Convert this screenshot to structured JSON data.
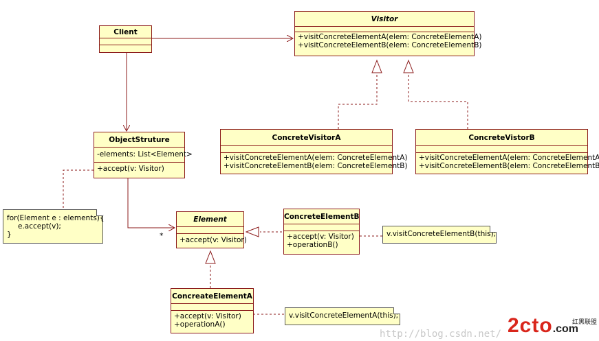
{
  "classes": {
    "client": {
      "name": "Client",
      "attributes": [],
      "operations": []
    },
    "visitor": {
      "name": "Visitor",
      "operations": [
        "+visitConcreteElementA(elem: ConcreteElementA)",
        "+visitConcreteElementB(elem: ConcreteElementB)"
      ]
    },
    "concrete_visitor_a": {
      "name": "ConcreteVisitorA",
      "operations": [
        "+visitConcreteElementA(elem: ConcreteElementA)",
        "+visitConcreteElementB(elem: ConcreteElementB)"
      ]
    },
    "concrete_visitor_b": {
      "name": "ConcreteVistorB",
      "operations": [
        "+visitConcreteElementA(elem: ConcreteElementA)",
        "+visitConcreteElementB(elem: ConcreteElementB)"
      ]
    },
    "object_structure": {
      "name": "ObjectStruture",
      "attributes": [
        "-elements: List<Element>"
      ],
      "operations": [
        "+accept(v: Visitor)"
      ]
    },
    "element": {
      "name": "Element",
      "operations": [
        "+accept(v: Visitor)"
      ]
    },
    "concrete_element_b": {
      "name": "ConcreteElementB",
      "operations": [
        "+accept(v: Visitor)",
        "+operationB()"
      ]
    },
    "concreate_element_a": {
      "name": "ConcreateElementA",
      "operations": [
        "+accept(v: Visitor)",
        "+operationA()"
      ]
    }
  },
  "notes": {
    "loop": [
      "for(Element e : elements){",
      "e.accept(v);",
      "}"
    ],
    "element_b": "v.visitConcreteElementB(this);",
    "element_a": "v.visitConcreteElementA(this);"
  },
  "multiplicity": "*",
  "watermark": "http://blog.csdn.net/",
  "brand": {
    "text": "2cto",
    "suffix": ".com",
    "cn": "红黑联盟"
  },
  "colors": {
    "class_fill": "#ffffc6",
    "class_border": "#8b1a1a",
    "line": "#8b1a1a"
  }
}
